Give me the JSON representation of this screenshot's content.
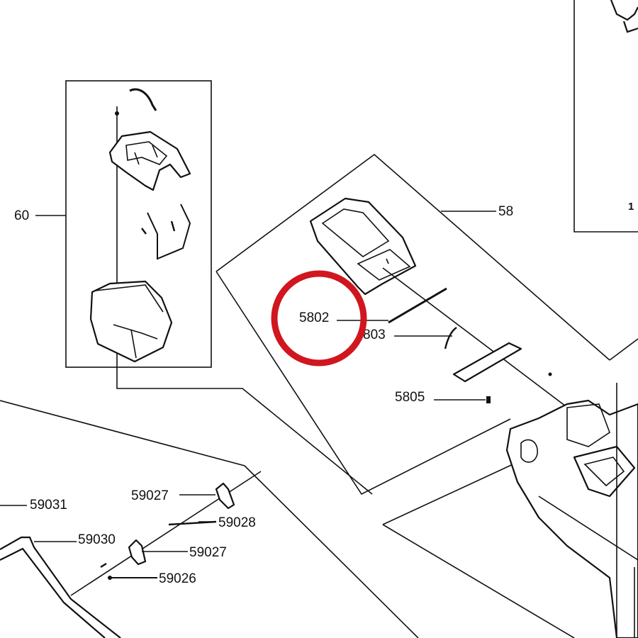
{
  "labels": {
    "l60": "60",
    "l58": "58",
    "l5802": "5802",
    "l5803": "803",
    "l5805": "5805",
    "l59031": "59031",
    "l59027a": "59027",
    "l59028": "59028",
    "l59030": "59030",
    "l59027b": "59027",
    "l59026": "59026",
    "lTopRight": "1"
  },
  "colors": {
    "line": "#111111",
    "highlight": "#d0161e",
    "background": "#ffffff"
  },
  "highlight": {
    "target_label": "5802",
    "shape": "circle"
  }
}
